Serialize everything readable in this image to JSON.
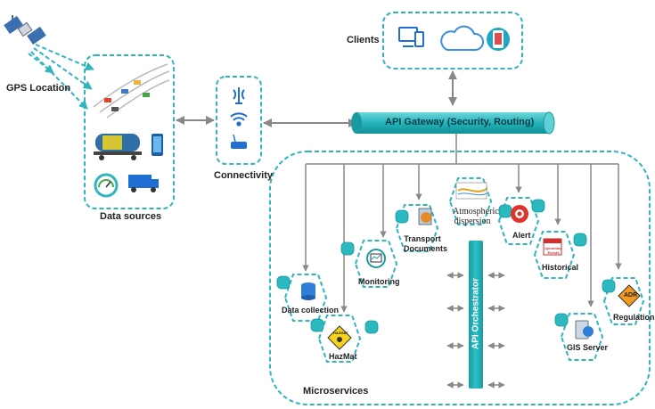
{
  "gps": {
    "label": "GPS Location"
  },
  "data_sources": {
    "label": "Data sources"
  },
  "connectivity": {
    "label": "Connectivity"
  },
  "clients": {
    "label": "Clients"
  },
  "gateway": {
    "label": "API Gateway (Security, Routing)"
  },
  "orchestrator": {
    "label": "API Orchestrator"
  },
  "microservices": {
    "label": "Microservices",
    "items": [
      {
        "label": "Data collection"
      },
      {
        "label": "HazMat"
      },
      {
        "label": "Monitoring"
      },
      {
        "label": "Transport Documents"
      },
      {
        "label": "Atmospheric dispersion"
      },
      {
        "label": "Alert"
      },
      {
        "label": "Historical"
      },
      {
        "label": "GIS Server"
      },
      {
        "label": "Regulation"
      }
    ]
  },
  "badges": {
    "hazmat": "HAZMAT",
    "adr": "ADR",
    "historical": "Upcoming Events"
  },
  "colors": {
    "teal": "#29b9bf",
    "dash": "#2fb5bd",
    "arrow": "#888888",
    "red": "#e0322d",
    "orange": "#f29a1f"
  }
}
